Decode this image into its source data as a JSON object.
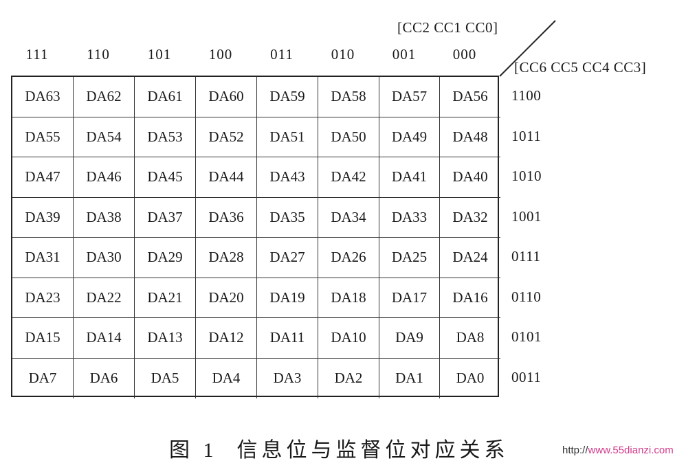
{
  "header": {
    "column_bits_label": "[CC2  CC1  CC0]",
    "row_bits_label": "[CC6  CC5  CC4  CC3]"
  },
  "column_codes": [
    "111",
    "110",
    "101",
    "100",
    "011",
    "010",
    "001",
    "000"
  ],
  "row_codes": [
    "1100",
    "1011",
    "1010",
    "1001",
    "0111",
    "0110",
    "0101",
    "0011"
  ],
  "table": [
    [
      "DA63",
      "DA62",
      "DA61",
      "DA60",
      "DA59",
      "DA58",
      "DA57",
      "DA56"
    ],
    [
      "DA55",
      "DA54",
      "DA53",
      "DA52",
      "DA51",
      "DA50",
      "DA49",
      "DA48"
    ],
    [
      "DA47",
      "DA46",
      "DA45",
      "DA44",
      "DA43",
      "DA42",
      "DA41",
      "DA40"
    ],
    [
      "DA39",
      "DA38",
      "DA37",
      "DA36",
      "DA35",
      "DA34",
      "DA33",
      "DA32"
    ],
    [
      "DA31",
      "DA30",
      "DA29",
      "DA28",
      "DA27",
      "DA26",
      "DA25",
      "DA24"
    ],
    [
      "DA23",
      "DA22",
      "DA21",
      "DA20",
      "DA19",
      "DA18",
      "DA17",
      "DA16"
    ],
    [
      "DA15",
      "DA14",
      "DA13",
      "DA12",
      "DA11",
      "DA10",
      "DA9",
      "DA8"
    ],
    [
      "DA7",
      "DA6",
      "DA5",
      "DA4",
      "DA3",
      "DA2",
      "DA1",
      "DA0"
    ]
  ],
  "caption": {
    "figure_number": "图 1",
    "title": "信息位与监督位对应关系"
  },
  "watermark": {
    "prefix": "http://",
    "site": "www.55dianzi.com"
  }
}
